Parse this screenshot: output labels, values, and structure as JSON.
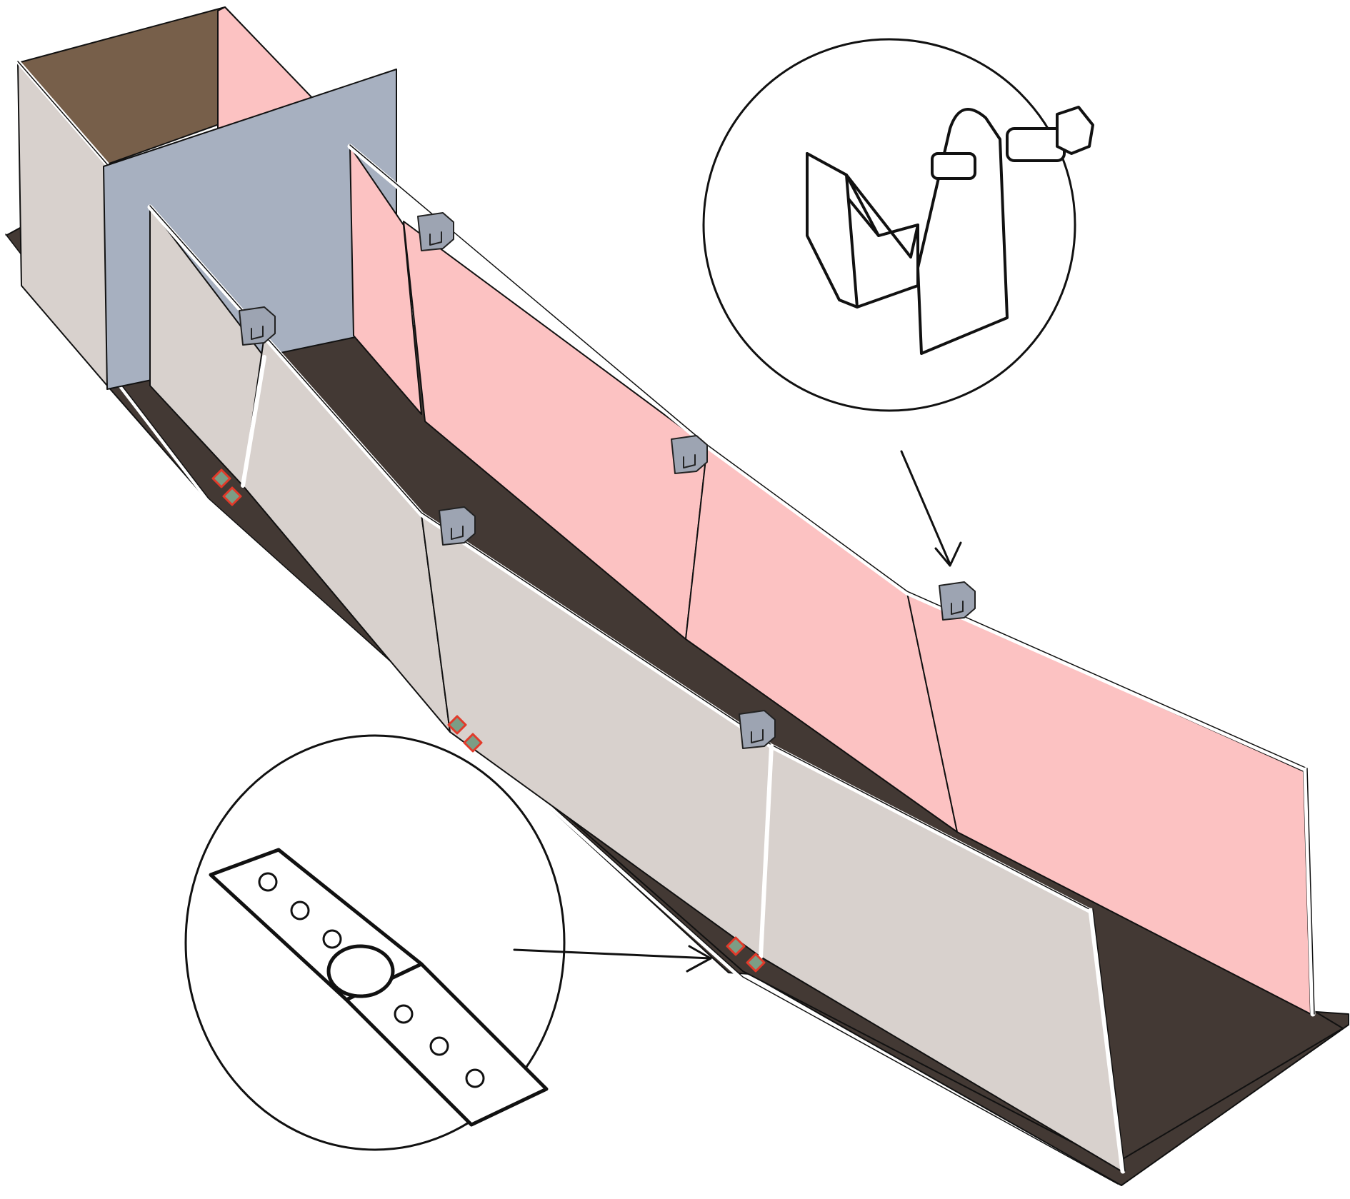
{
  "diagram": {
    "description_visible_text": "",
    "colors": {
      "base": "#433934",
      "wall_grey": "#d8d1cd",
      "wall_pink": "#fcc2c2",
      "box_brown": "#775f4a",
      "end_plate": "#a7b0c0",
      "clamp": "#9da4b2",
      "hinge_green": "#7c9d85",
      "hinge_outline": "#e23a2a",
      "outline": "#111111",
      "edge_white": "#ffffff"
    },
    "components": [
      {
        "id": "flume-channel",
        "kind": "adjustable-wall-channel"
      },
      {
        "id": "inlet-box",
        "kind": "box"
      },
      {
        "id": "clamp-detail",
        "kind": "callout",
        "icon": "c-clamp-icon"
      },
      {
        "id": "hinge-detail",
        "kind": "callout",
        "icon": "hinge-icon"
      }
    ]
  }
}
